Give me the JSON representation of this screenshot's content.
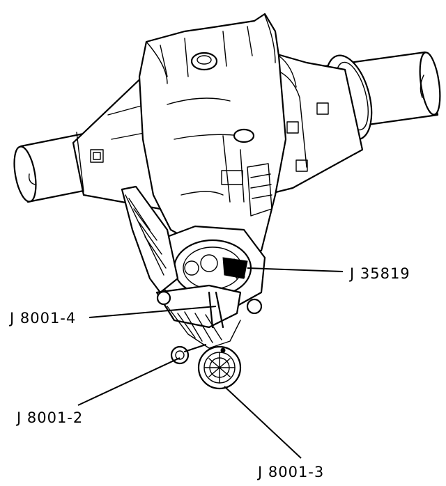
{
  "labels": {
    "j35819": "J 35819",
    "j8001_4": "J 8001-4",
    "j8001_2": "J 8001-2",
    "j8001_3": "J 8001-3"
  }
}
